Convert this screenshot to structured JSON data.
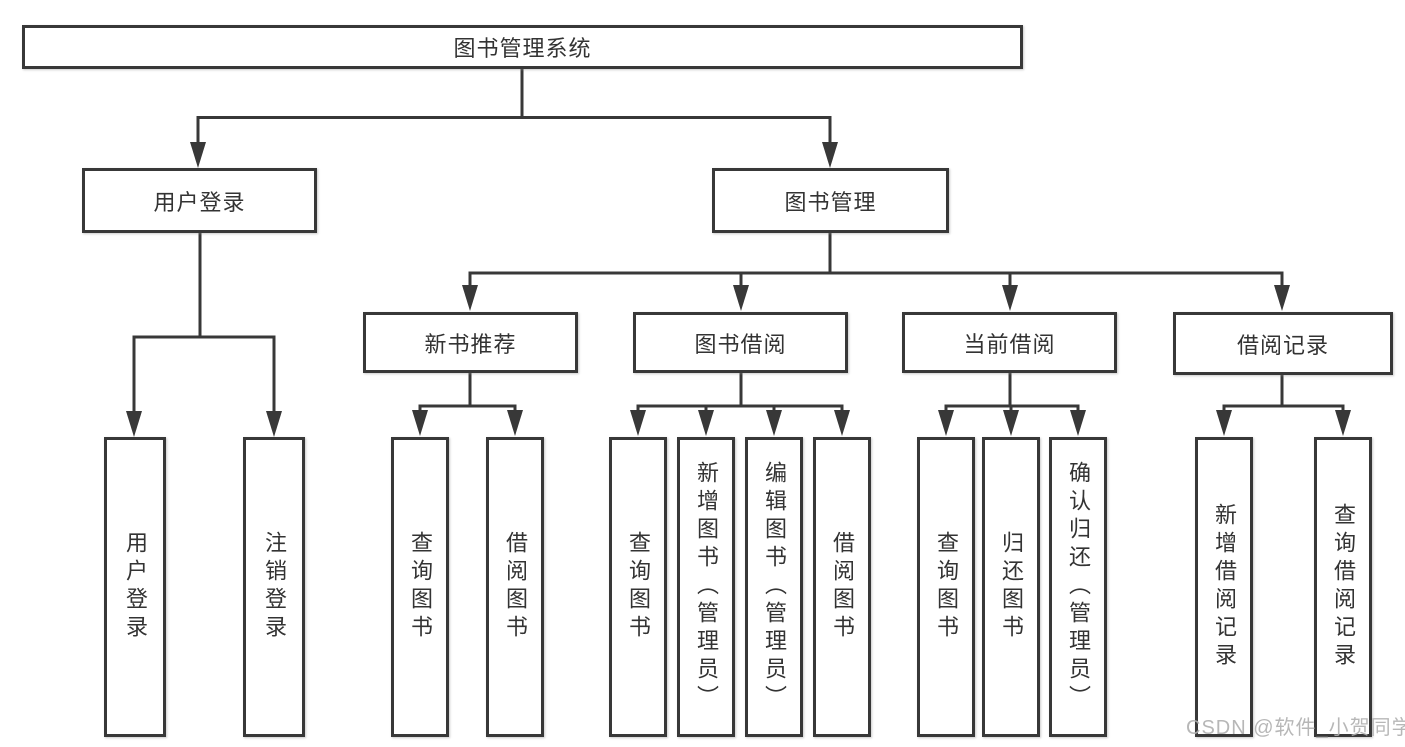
{
  "tree": {
    "title": "图书管理系统",
    "branches": [
      {
        "label": "用户登录",
        "children": [
          {
            "label": "用户登录"
          },
          {
            "label": "注销登录"
          }
        ]
      },
      {
        "label": "图书管理",
        "children": [
          {
            "label": "新书推荐",
            "children": [
              {
                "label": "查询图书"
              },
              {
                "label": "借阅图书"
              }
            ]
          },
          {
            "label": "图书借阅",
            "children": [
              {
                "label": "查询图书"
              },
              {
                "label": "新增图书（管理员）"
              },
              {
                "label": "编辑图书（管理员）"
              },
              {
                "label": "借阅图书"
              }
            ]
          },
          {
            "label": "当前借阅",
            "children": [
              {
                "label": "查询图书"
              },
              {
                "label": "归还图书"
              },
              {
                "label": "确认归还（管理员）"
              }
            ]
          },
          {
            "label": "借阅记录",
            "children": [
              {
                "label": "新增借阅记录"
              },
              {
                "label": "查询借阅记录"
              }
            ]
          }
        ]
      }
    ]
  },
  "watermark": {
    "text": "CSDN @软件_小贺同学"
  },
  "colors": {
    "line": "#383838",
    "text": "#333333",
    "watermark": "#b0b0b0",
    "background": "#ffffff"
  }
}
